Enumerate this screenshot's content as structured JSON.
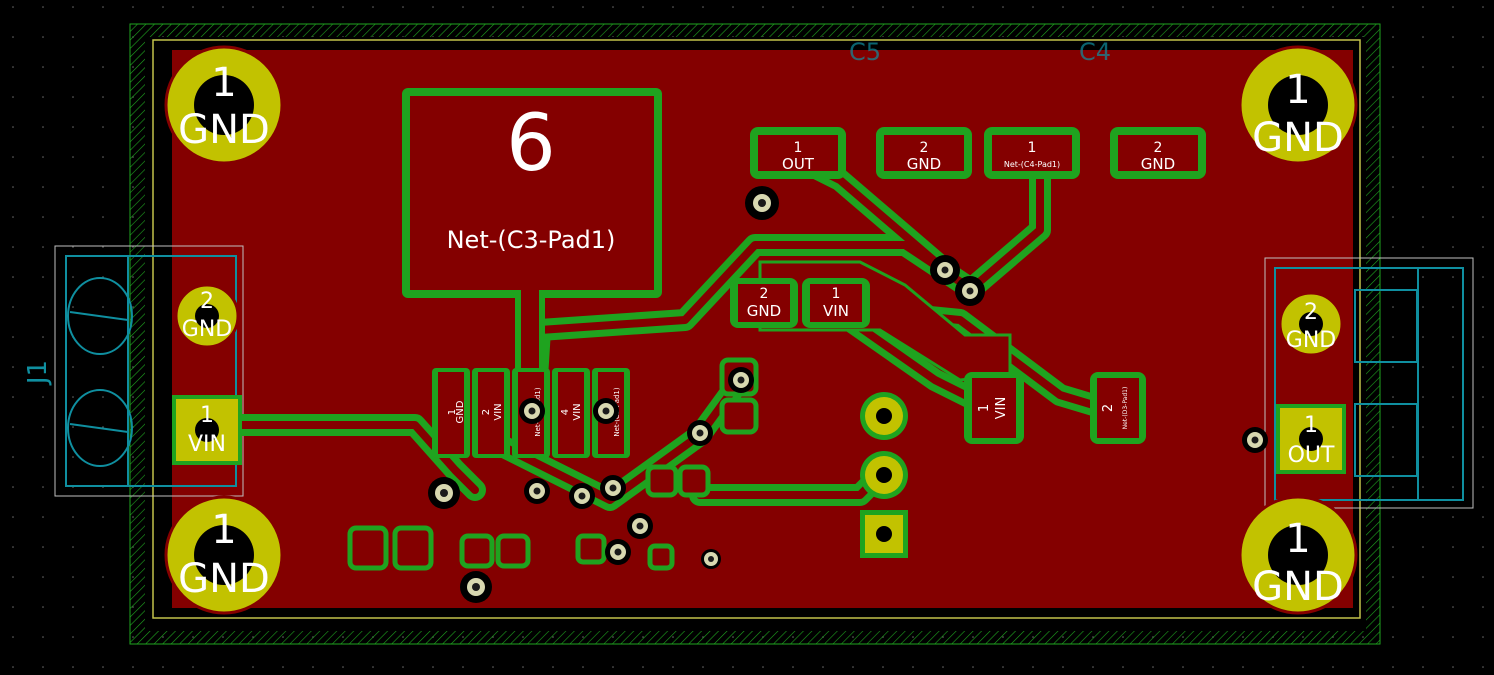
{
  "board": {
    "copper_color": "#840000",
    "pad_color": "#c2c200",
    "smd_pad_color": "#840000",
    "outline_color": "#1fa31f",
    "silk_color": "#0f8fa0",
    "edge_color": "#c2c24a"
  },
  "pads": {
    "mh_tl_num": "1",
    "mh_tl_net": "GND",
    "mh_bl_num": "1",
    "mh_bl_net": "GND",
    "mh_tr_num": "1",
    "mh_tr_net": "GND",
    "mh_br_num": "1",
    "mh_br_net": "GND",
    "j1_p2_num": "2",
    "j1_p2_net": "GND",
    "j1_p1_num": "1",
    "j1_p1_net": "VIN",
    "j2_p2_num": "2",
    "j2_p2_net": "GND",
    "j2_p1_num": "1",
    "j2_p1_net": "OUT",
    "ic_tab_num": "6",
    "ic_tab_net": "Net-(C3-Pad1)",
    "c_out_num": "1",
    "c_out_net": "OUT",
    "c_gnd_num": "2",
    "c_gnd_net": "GND",
    "c4_num": "1",
    "c4_net": "Net-(C4-Pad1)",
    "c4_gnd_num": "2",
    "c4_gnd_net": "GND",
    "cin_gnd_num": "2",
    "cin_gnd_net": "GND",
    "cin_vin_num": "1",
    "cin_vin_net": "VIN",
    "ic_p1_num": "1",
    "ic_p1_net": "GND",
    "ic_p2_num": "2",
    "ic_p2_net": "VIN",
    "ic_p3_num": "3",
    "ic_p3_net": "Net-(C3-Pad1)",
    "ic_p4_num": "4",
    "ic_p4_net": "VIN",
    "ic_p5_num": "5",
    "ic_p5_net": "Net-(C3-Pad1)",
    "d_vin_num": "1",
    "d_vin_net": "VIN",
    "d_net_num": "2",
    "d_net_net": "Net-(D3-Pad1)"
  },
  "silkscreen": {
    "j1_ref": "J1",
    "c5_ref": "C5",
    "c4_ref": "C4"
  }
}
